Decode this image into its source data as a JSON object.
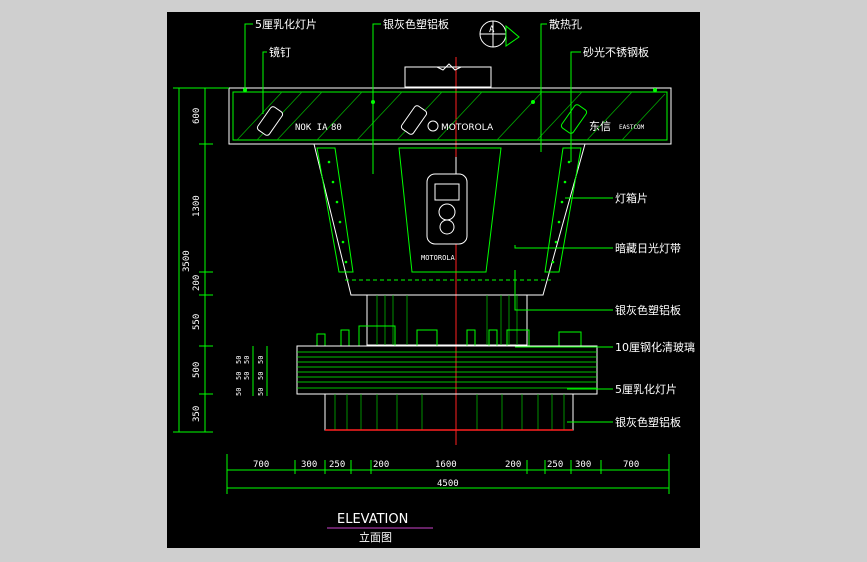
{
  "drawing": {
    "title": "ELEVATION",
    "subtitle": "立面图",
    "section_marker": "A"
  },
  "callouts": {
    "light_5mm_top": "5厘乳化灯片",
    "screw": "镜钉",
    "silver_gray_panel_top": "银灰色塑铝板",
    "vent_holes": "散热孔",
    "brushed_steel": "砂光不锈钢板",
    "lightbox": "灯箱片",
    "hidden_fluorescent": "暗藏日光灯带",
    "silver_gray_panel_mid": "银灰色塑铝板",
    "tempered_glass": "10厘钢化清玻璃",
    "light_5mm_bottom": "5厘乳化灯片",
    "silver_gray_panel_bottom": "银灰色塑铝板"
  },
  "sign_text": {
    "nokia": "NOK IA",
    "motorola": "MOTOROLA",
    "dongxin": "东信",
    "dongxin_sub": "EASTCOM",
    "phone_brand": "MOTOROLA"
  },
  "dims_vertical": [
    "600",
    "1300",
    "200",
    "550",
    "500",
    "350"
  ],
  "dims_vertical_total": "3500",
  "dims_small": [
    "50",
    "50",
    "50",
    "50",
    "50",
    "50",
    "50",
    "50"
  ],
  "dims_horizontal": [
    "700",
    "300",
    "250",
    "200",
    "1600",
    "200",
    "250",
    "300",
    "700"
  ],
  "dims_horizontal_total": "4500"
}
